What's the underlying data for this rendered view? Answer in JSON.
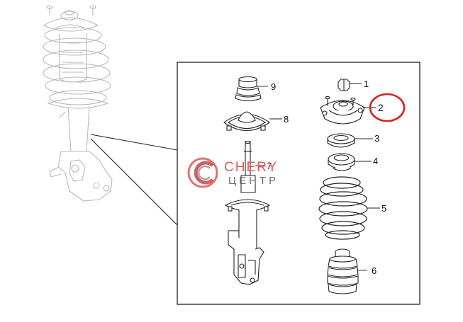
{
  "callouts": {
    "c1": "1",
    "c2": "2",
    "c3": "3",
    "c4": "4",
    "c5": "5",
    "c6": "6",
    "c7": "7",
    "c8": "8",
    "c9": "9"
  },
  "watermark": {
    "top": "CHERY",
    "bottom": "ЦЕНТР"
  },
  "colors": {
    "line": "#222222",
    "faded_line": "#b8b8b8",
    "highlight": "#d9201f",
    "watermark_red": "#e05a5a",
    "watermark_gray": "#6d6d6d"
  }
}
